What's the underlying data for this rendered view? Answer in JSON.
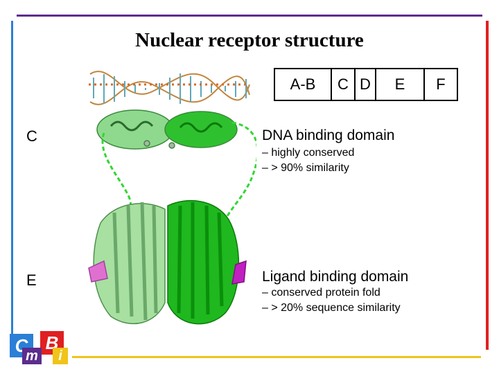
{
  "slide": {
    "title": "Nuclear receptor structure",
    "domains": [
      "A-B",
      "C",
      "D",
      "E",
      "F"
    ],
    "labels": {
      "c": "C",
      "e": "E"
    },
    "dna_domain": {
      "heading": "DNA binding domain",
      "points": [
        "– highly conserved",
        "– > 90% similarity"
      ]
    },
    "ligand_domain": {
      "heading": "Ligand binding domain",
      "points": [
        "– conserved protein fold",
        "– > 20% sequence similarity"
      ]
    },
    "logo": {
      "letters": [
        "C",
        "B",
        "m",
        "i"
      ]
    },
    "colors": {
      "top_bar": "#5b2d8e",
      "left_bar": "#2a7fd6",
      "right_bar": "#e02020",
      "bottom_bar": "#f0c419",
      "protein_light": "#8fd98f",
      "protein_dark": "#10b010",
      "ligand_magenta": "#c020c0"
    }
  }
}
